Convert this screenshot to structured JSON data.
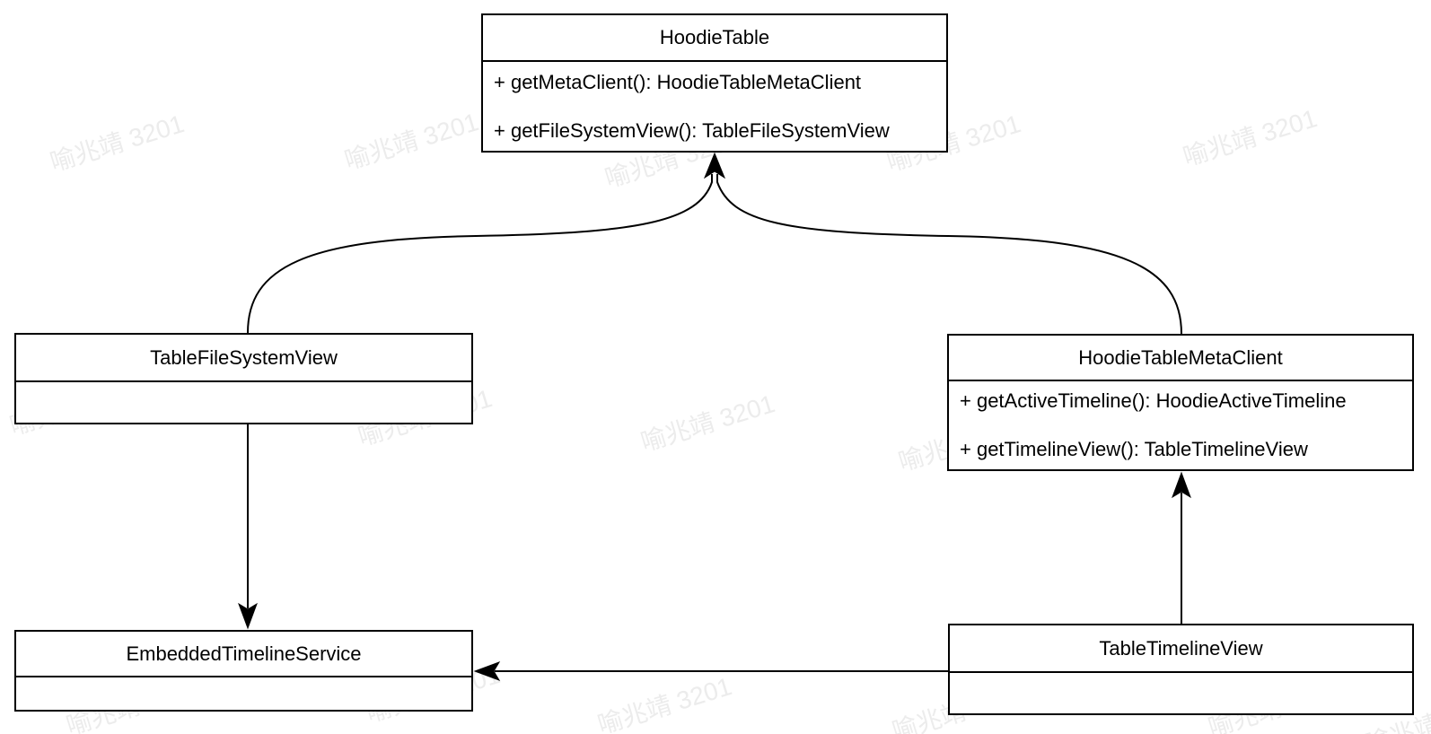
{
  "watermark": {
    "text": "喻兆靖 3201",
    "color": "#ececec"
  },
  "colors": {
    "line": "#000000",
    "background": "#ffffff"
  },
  "classes": [
    {
      "name": "HoodieTable",
      "methods": [
        "+ getMetaClient(): HoodieTableMetaClient",
        "+ getFileSystemView(): TableFileSystemView"
      ]
    },
    {
      "name": "TableFileSystemView",
      "methods": []
    },
    {
      "name": "HoodieTableMetaClient",
      "methods": [
        "+ getActiveTimeline(): HoodieActiveTimeline",
        "+ getTimelineView(): TableTimelineView"
      ]
    },
    {
      "name": "EmbeddedTimelineService",
      "methods": []
    },
    {
      "name": "TableTimelineView",
      "methods": []
    }
  ],
  "relations": [
    {
      "from": "TableFileSystemView",
      "to": "HoodieTable"
    },
    {
      "from": "HoodieTableMetaClient",
      "to": "HoodieTable"
    },
    {
      "from": "TableFileSystemView",
      "to": "EmbeddedTimelineService"
    },
    {
      "from": "TableTimelineView",
      "to": "HoodieTableMetaClient"
    },
    {
      "from": "TableTimelineView",
      "to": "EmbeddedTimelineService"
    }
  ]
}
